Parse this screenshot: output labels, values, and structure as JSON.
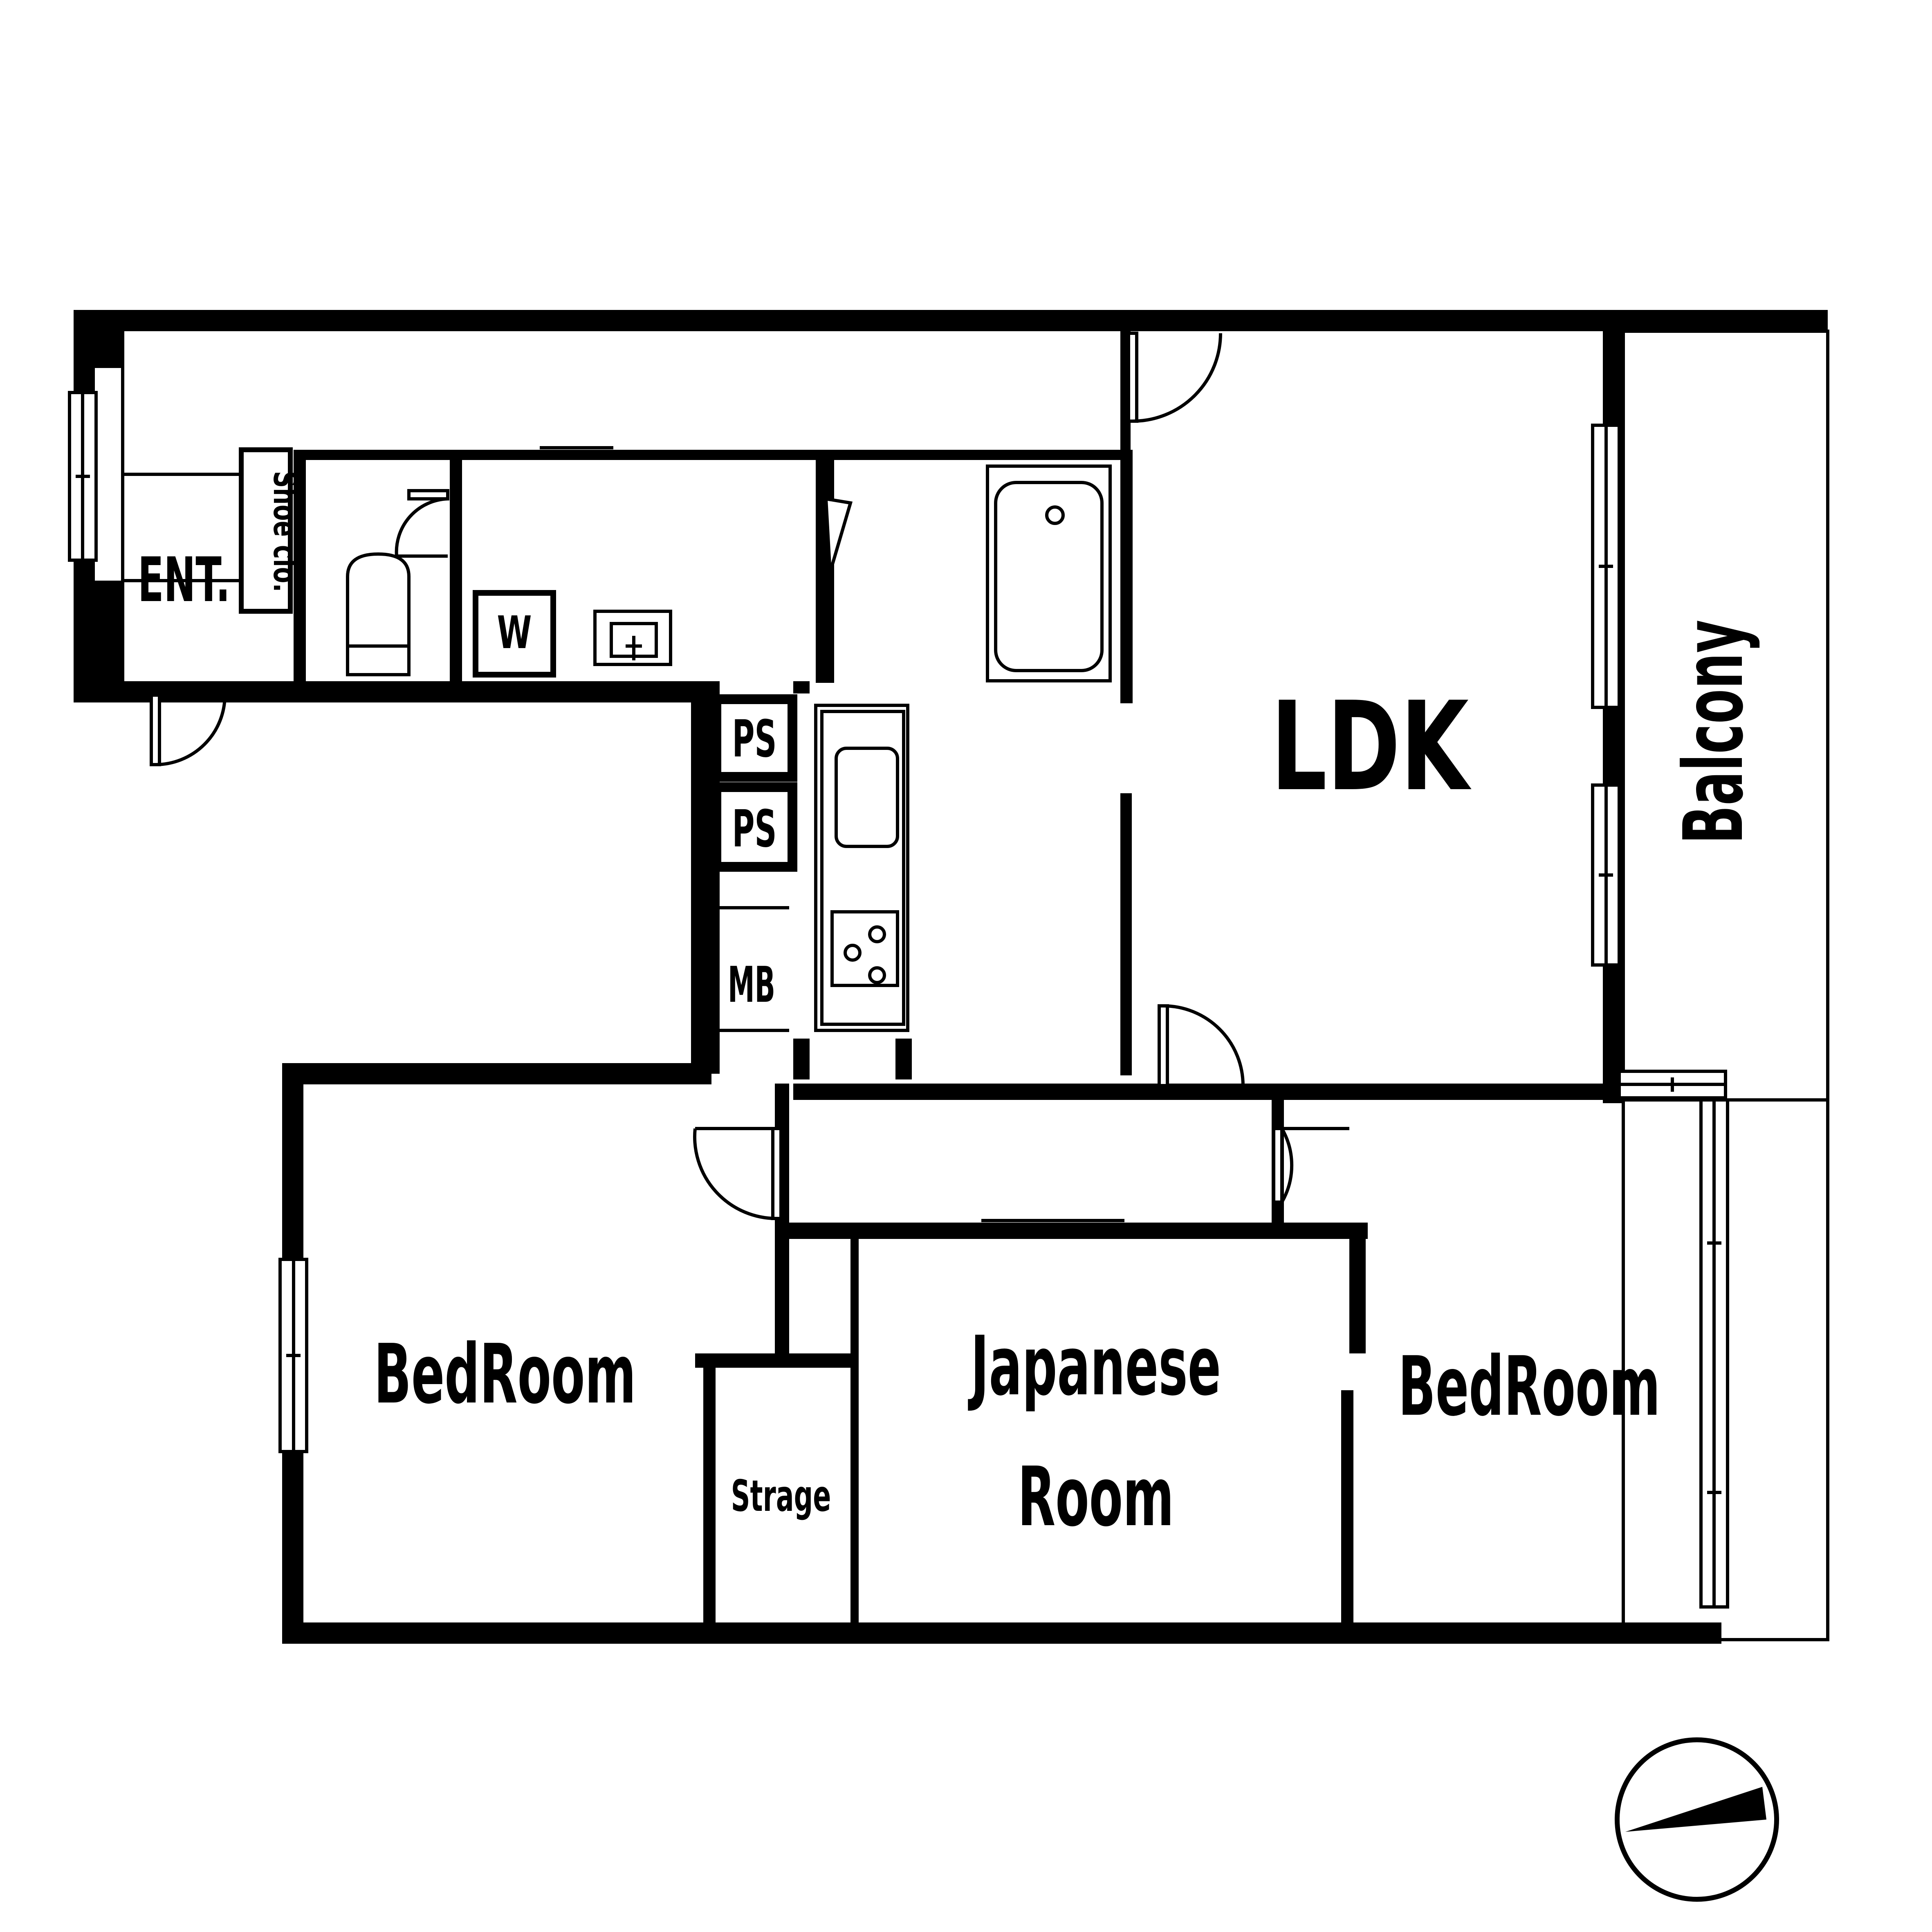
{
  "rooms": {
    "entrance": "ENT.",
    "shoe_closet": "Shoe clo.",
    "washer": "W",
    "pipe_space_1": "PS",
    "pipe_space_2": "PS",
    "meter_box": "MB",
    "ldk": "LDK",
    "balcony": "Balcony",
    "bedroom_left": "BedRoom",
    "storage": "Strage",
    "japanese_room_line1": "Japanese",
    "japanese_room_line2": "Room",
    "bedroom_right": "BedRoom"
  },
  "icons": {
    "toilet": "toilet-icon",
    "bathtub": "bathtub-icon",
    "wash_basin": "wash-basin-icon",
    "kitchen_sink": "kitchen-sink-icon",
    "stove": "stove-icon",
    "compass": "north-arrow-icon"
  },
  "colors": {
    "wall": "#000000",
    "background": "#ffffff"
  }
}
